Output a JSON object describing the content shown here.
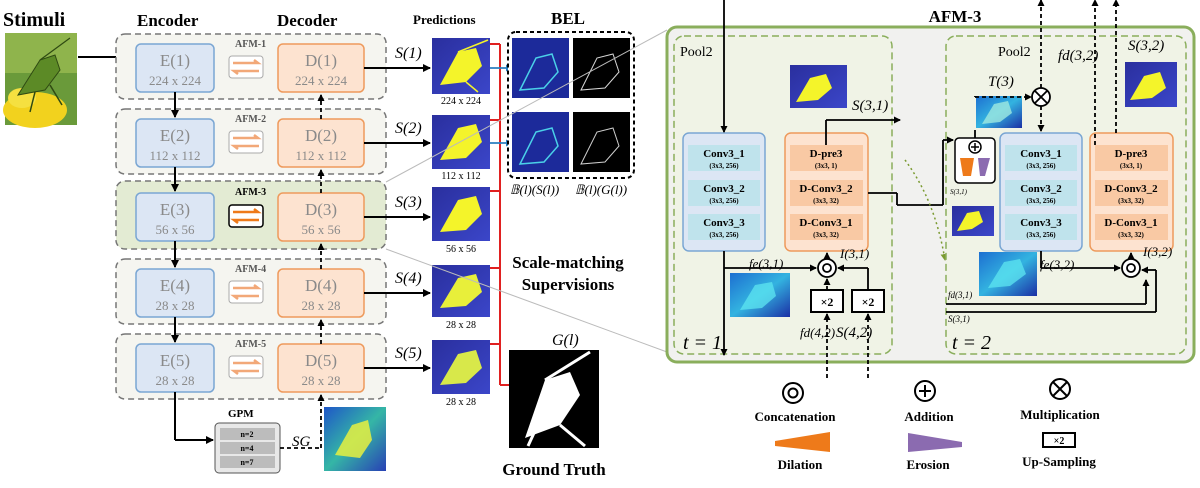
{
  "left": {
    "stimuli_label": "Stimuli",
    "encoder_label": "Encoder",
    "decoder_label": "Decoder",
    "predictions_label": "Predictions",
    "bel_label": "BEL",
    "stages": [
      {
        "afm": "AFM-1",
        "enc": "E(1)",
        "dec": "D(1)",
        "res": "224 x 224",
        "s": "S(1)",
        "pred_res": "224 x 224"
      },
      {
        "afm": "AFM-2",
        "enc": "E(2)",
        "dec": "D(2)",
        "res": "112 x 112",
        "s": "S(2)",
        "pred_res": "112 x 112"
      },
      {
        "afm": "AFM-3",
        "enc": "E(3)",
        "dec": "D(3)",
        "res": "56 x 56",
        "s": "S(3)",
        "pred_res": "56 x 56"
      },
      {
        "afm": "AFM-4",
        "enc": "E(4)",
        "dec": "D(4)",
        "res": "28 x 28",
        "s": "S(4)",
        "pred_res": "28 x 28"
      },
      {
        "afm": "AFM-5",
        "enc": "E(5)",
        "dec": "D(5)",
        "res": "28 x 28",
        "s": "S(5)",
        "pred_res": "28 x 28"
      }
    ],
    "gpm": {
      "label": "GPM",
      "rows": [
        "n=2",
        "n=4",
        "n=7"
      ],
      "out": "SG"
    },
    "bel_caption_a": "𝔹(l)(S(l))",
    "bel_caption_b": "𝔹(l)(G(l))",
    "scale_matching": [
      "Scale-matching",
      "Supervisions"
    ],
    "gt_symbol": "G(l)",
    "gt_label": "Ground Truth"
  },
  "afm3": {
    "title": "AFM-3",
    "t1": {
      "pool": "Pool2",
      "t_label": "t = 1",
      "encoder": [
        {
          "name": "Conv3_1",
          "spec": "(3x3, 256)"
        },
        {
          "name": "Conv3_2",
          "spec": "(3x3, 256)"
        },
        {
          "name": "Conv3_3",
          "spec": "(3x3, 256)"
        }
      ],
      "decoder": [
        {
          "name": "D-pre3",
          "spec": "(3x3, 1)"
        },
        {
          "name": "D-Conv3_2",
          "spec": "(3x3, 32)"
        },
        {
          "name": "D-Conv3_1",
          "spec": "(3x3, 32)"
        }
      ],
      "s_out": "S(3,1)",
      "fd_out": "fd(3,1)",
      "fe": "fe(3,1)",
      "i_label": "I(3,1)",
      "fd_in": "fd(4,2)",
      "s_in": "S(4,2)",
      "up": "×2"
    },
    "t2": {
      "pool": "Pool2",
      "t_label": "t = 2",
      "encoder": [
        {
          "name": "Conv3_1",
          "spec": "(3x3, 256)"
        },
        {
          "name": "Conv3_2",
          "spec": "(3x3, 256)"
        },
        {
          "name": "Conv3_3",
          "spec": "(3x3, 256)"
        }
      ],
      "decoder": [
        {
          "name": "D-pre3",
          "spec": "(3x3, 1)"
        },
        {
          "name": "D-Conv3_2",
          "spec": "(3x3, 32)"
        },
        {
          "name": "D-Conv3_1",
          "spec": "(3x3, 32)"
        }
      ],
      "fd_out": "fd(3,2)",
      "s_out": "S(3,2)",
      "t3": "T(3)",
      "s31": "S(3,1)",
      "fe": "fe(3,2)",
      "i_label": "I(3,2)",
      "fd_in": "fd(3,1)",
      "s_in": "S(3,1)"
    }
  },
  "legend": {
    "concatenation": "Concatenation",
    "addition": "Addition",
    "multiplication": "Multiplication",
    "dilation": "Dilation",
    "erosion": "Erosion",
    "upsampling": "Up-Sampling",
    "up_icon": "×2"
  },
  "colors": {
    "encoder_fill": "#dce6f4",
    "encoder_stroke": "#7aa6d3",
    "decoder_fill": "#fde3d0",
    "decoder_stroke": "#ee9a5c",
    "afm_panel": "#e8eed8",
    "afm_border": "#8aae5c",
    "conv_fill": "#bfe3ec",
    "dconv_fill": "#f9c9a4",
    "dilation": "#ee7a1a",
    "erosion": "#8b6bb0",
    "supervision_red": "#e02020",
    "bel_blue": "#2a7fc1"
  }
}
